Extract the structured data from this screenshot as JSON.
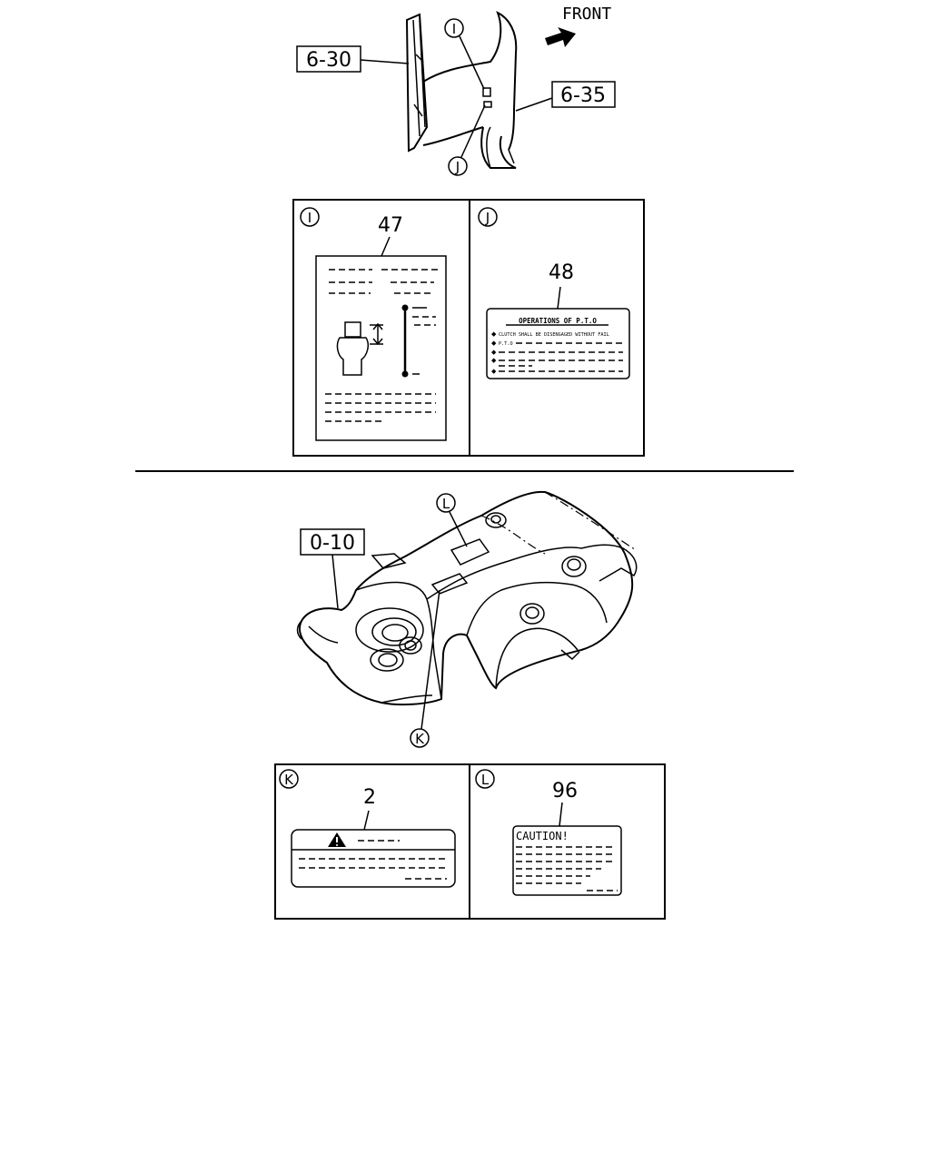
{
  "front_label": "FRONT",
  "callouts": {
    "upper_left_ref": "6-30",
    "upper_right_ref": "6-35",
    "lower_ref": "0-10"
  },
  "view_markers": {
    "I": "I",
    "J": "J",
    "K": "K",
    "L": "L"
  },
  "panels": {
    "I": {
      "marker": "I",
      "part_no": "47"
    },
    "J": {
      "marker": "J",
      "part_no": "48",
      "label_title": "OPERATIONS OF P.T.O",
      "label_line1": "CLUTCH SHALL BE DISENGAGED WITHOUT FAIL",
      "label_line2": "P.T.O"
    },
    "K": {
      "marker": "K",
      "part_no": "2"
    },
    "L": {
      "marker": "L",
      "part_no": "96",
      "label_title": "CAUTION!"
    }
  }
}
